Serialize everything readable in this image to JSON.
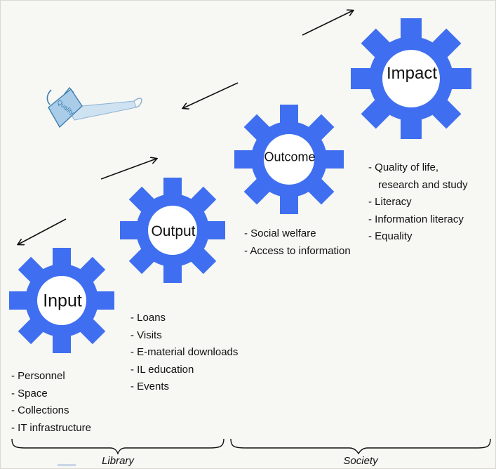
{
  "stages": [
    {
      "id": "input",
      "label": "Input",
      "items": [
        "- Personnel",
        "- Space",
        "- Collections",
        "- IT infrastructure"
      ]
    },
    {
      "id": "output",
      "label": "Output",
      "items": [
        "- Loans",
        "- Visits",
        "- E-material downloads",
        "- IL education",
        "- Events"
      ]
    },
    {
      "id": "outcome",
      "label": "Outcome",
      "items": [
        "- Social welfare",
        "- Access to information"
      ]
    },
    {
      "id": "impact",
      "label": "Impact",
      "items": [
        "- Quality of life,",
        "research and study",
        "- Literacy",
        "- Information literacy",
        "- Equality"
      ]
    }
  ],
  "oil_can_label": "Quality",
  "scopes": [
    {
      "id": "library",
      "label": "Library"
    },
    {
      "id": "society",
      "label": "Society"
    }
  ],
  "colors": {
    "gear": "#3f6ff0",
    "gear_hole": "#ffffff",
    "arrow": "#111111",
    "background": "#f7f7f3"
  }
}
